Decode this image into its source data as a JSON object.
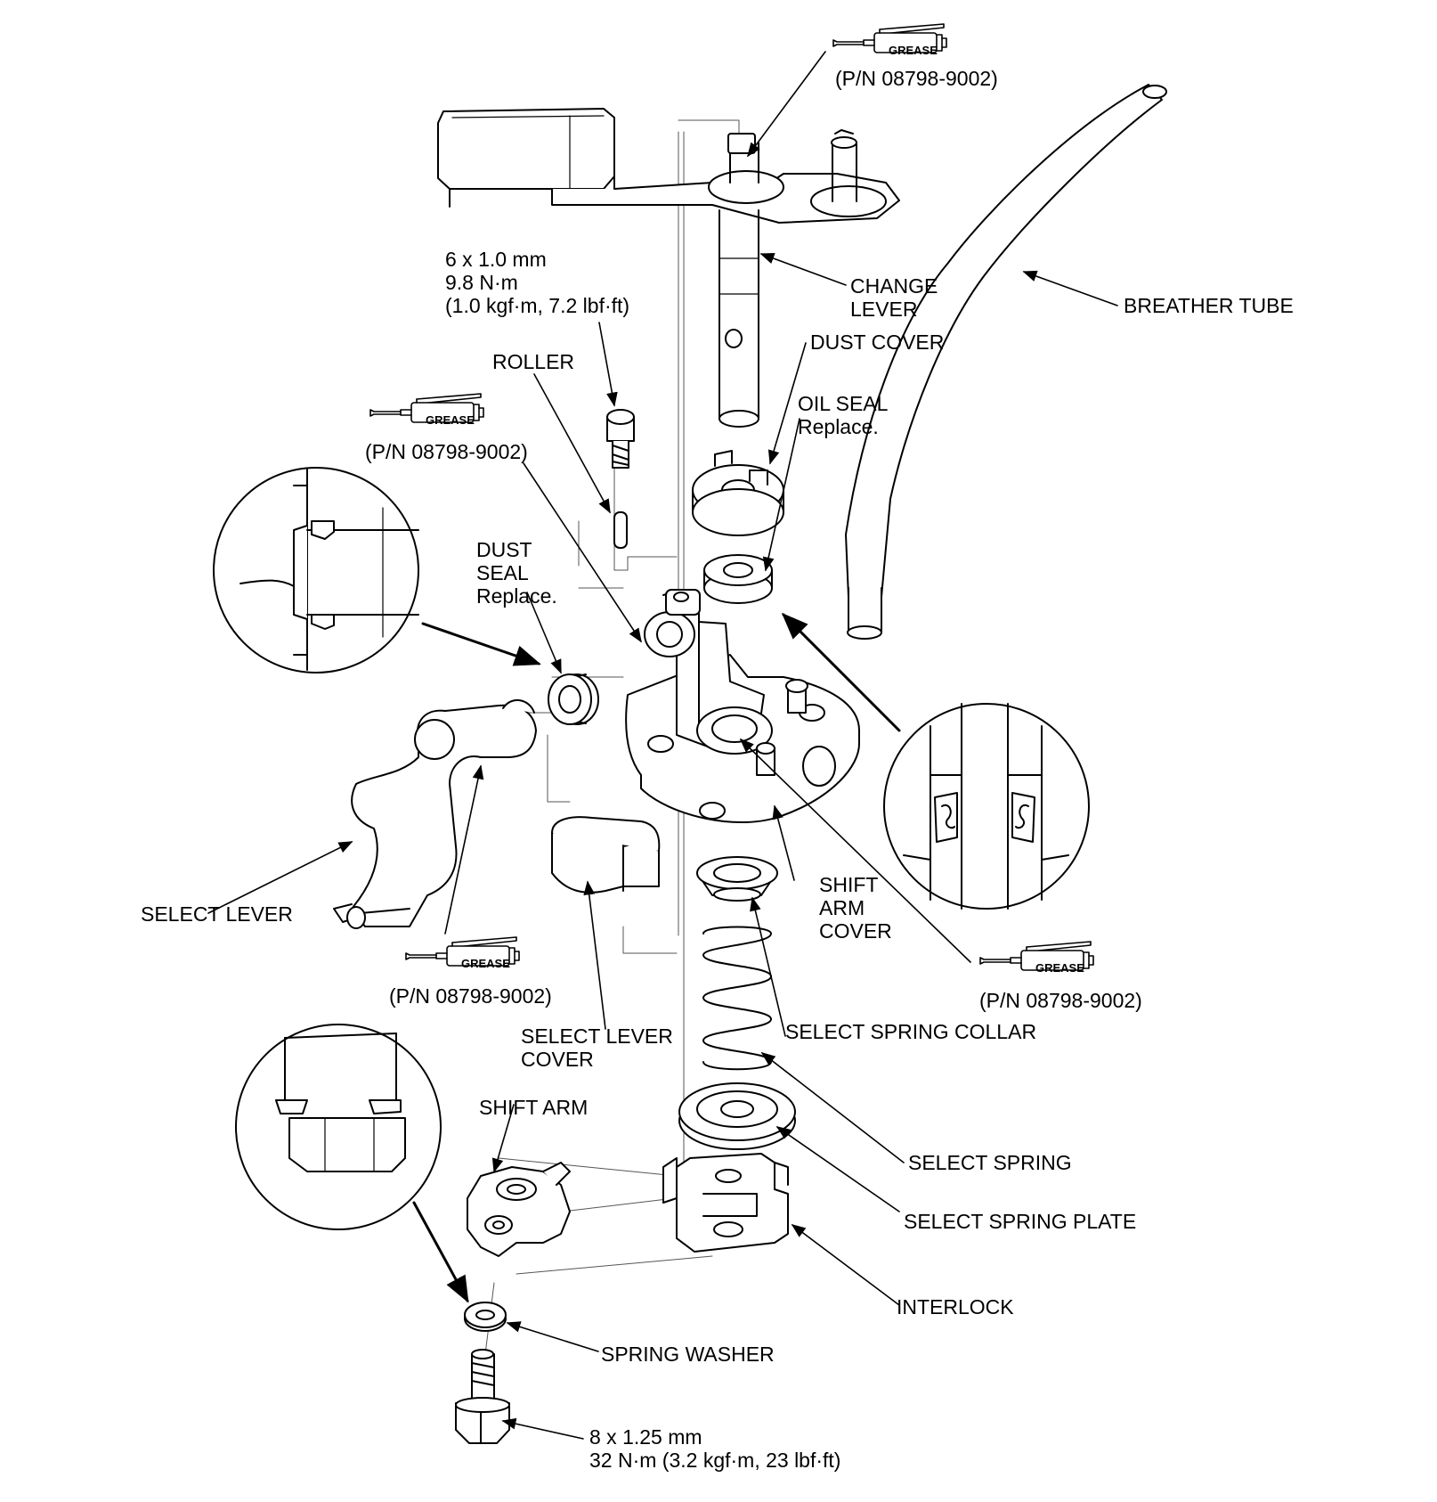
{
  "colors": {
    "line": "#000000",
    "paper": "#ffffff"
  },
  "icons": [
    "grease-gun-icon"
  ],
  "labels": {
    "grease_tag": "GREASE",
    "grease_pn": "(P/N 08798-9002)",
    "bolt_upper": [
      "6 x 1.0 mm",
      "9.8 N·m",
      "(1.0 kgf·m, 7.2 lbf·ft)"
    ],
    "roller": "ROLLER",
    "change_lever": [
      "CHANGE",
      "LEVER"
    ],
    "breather_tube": "BREATHER TUBE",
    "dust_cover": "DUST COVER",
    "oil_seal": [
      "OIL SEAL",
      "Replace."
    ],
    "dust_seal": [
      "DUST",
      "SEAL",
      "Replace."
    ],
    "select_lever": "SELECT LEVER",
    "shift_arm_cover": [
      "SHIFT",
      "ARM",
      "COVER"
    ],
    "select_lever_cover": [
      "SELECT LEVER",
      "COVER"
    ],
    "select_spring_collar": "SELECT SPRING COLLAR",
    "select_spring": "SELECT SPRING",
    "select_spring_plate": "SELECT SPRING PLATE",
    "shift_arm": "SHIFT ARM",
    "interlock": "INTERLOCK",
    "spring_washer": "SPRING WASHER",
    "bolt_lower": [
      "8 x 1.25 mm",
      "32 N·m (3.2 kgf·m, 23 lbf·ft)"
    ]
  }
}
